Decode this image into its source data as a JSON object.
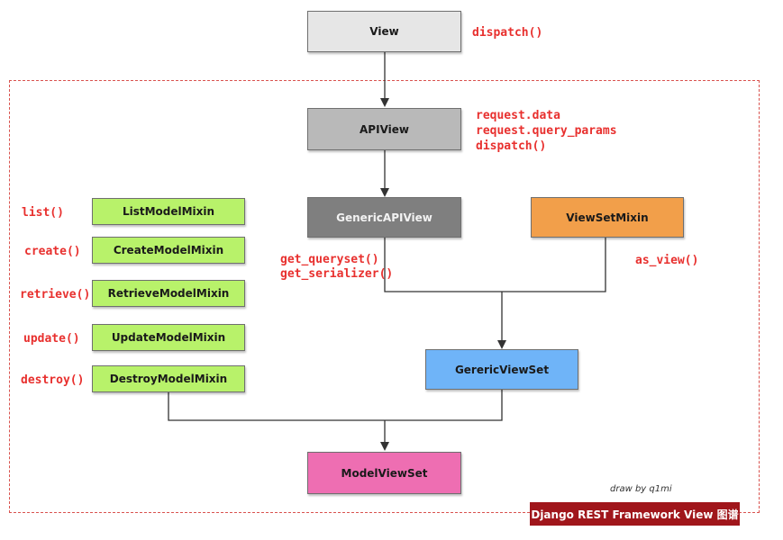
{
  "nodes": {
    "view": {
      "label": "View",
      "color": "#e6e6e6"
    },
    "apiview": {
      "label": "APIView",
      "color": "#b9b9b9"
    },
    "genericapiview": {
      "label": "GenericAPIView",
      "color": "#7f7f7f"
    },
    "viewsetmixin": {
      "label": "ViewSetMixin",
      "color": "#f29f4a"
    },
    "genericviewset": {
      "label": "GerericViewSet",
      "color": "#6fb4f8"
    },
    "modelviewset": {
      "label": "ModelViewSet",
      "color": "#ee6eb2"
    },
    "listmodelmixin": {
      "label": "ListModelMixin",
      "color": "#b8f26a"
    },
    "createmodelmixin": {
      "label": "CreateModelMixin",
      "color": "#b8f26a"
    },
    "retrievemodelmixin": {
      "label": "RetrieveModelMixin",
      "color": "#b8f26a"
    },
    "updatemodelmixin": {
      "label": "UpdateModelMixin",
      "color": "#b8f26a"
    },
    "destroymodelmixin": {
      "label": "DestroyModelMixin",
      "color": "#b8f26a"
    }
  },
  "methods": {
    "view": [
      "dispatch()"
    ],
    "apiview": [
      "request.data",
      "request.query_params",
      "dispatch()"
    ],
    "genericapiview": [
      "get_queryset()",
      "get_serializer()"
    ],
    "viewsetmixin": [
      "as_view()"
    ],
    "list": "list()",
    "create": "create()",
    "retrieve": "retrieve()",
    "update": "update()",
    "destroy": "destroy()"
  },
  "credit": "draw by q1mi",
  "badge": "Django REST Framework View 图谱",
  "colors": {
    "method_text": "#e8302e",
    "frame_border": "#d9534f",
    "badge_bg": "#a0161b",
    "edge": "#333333"
  }
}
